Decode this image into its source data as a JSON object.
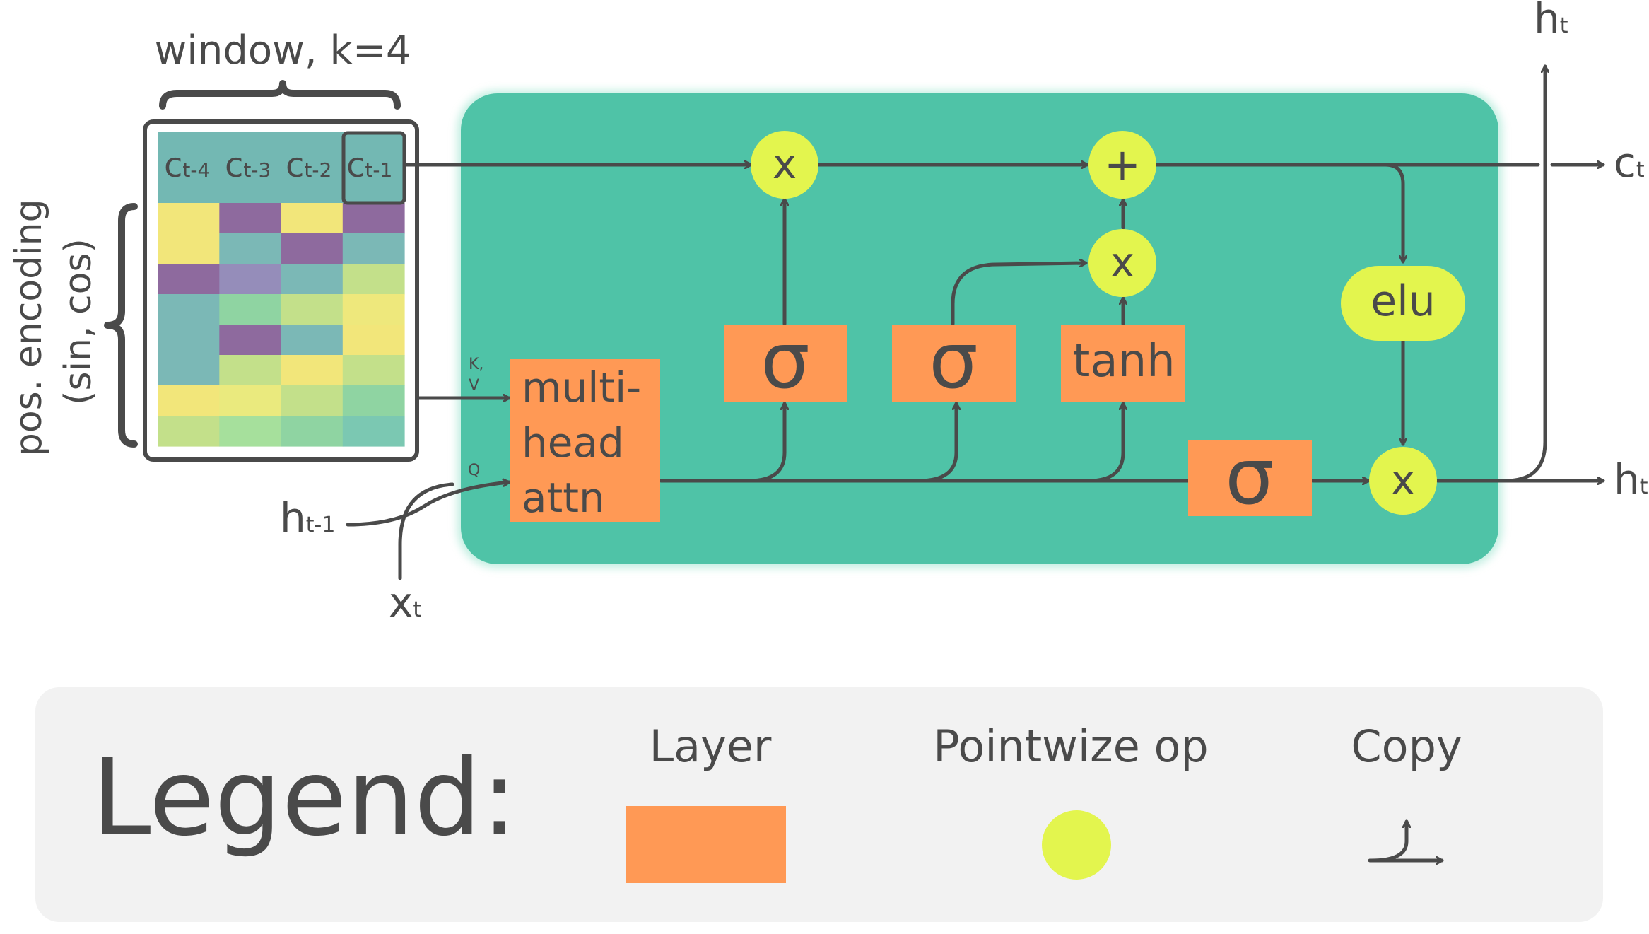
{
  "window_label": "window, k=4",
  "pos_encoding": {
    "line1": "pos. encoding",
    "line2": "(sin, cos)"
  },
  "cells": [
    {
      "main": "c",
      "sub": "t-4"
    },
    {
      "main": "c",
      "sub": "t-3"
    },
    {
      "main": "c",
      "sub": "t-2"
    },
    {
      "main": "c",
      "sub": "t-1"
    }
  ],
  "encoding_grid": [
    [
      "#f2e67a",
      "#8e6a9e",
      "#f2e67a",
      "#8e6a9e"
    ],
    [
      "#f2e67a",
      "#7bb8b6",
      "#8e6a9e",
      "#7bb8b6"
    ],
    [
      "#8e6a9e",
      "#958dba",
      "#7bb8b6",
      "#c3e08a"
    ],
    [
      "#7bb8b6",
      "#8fd4a2",
      "#c3e08a",
      "#eee87c"
    ],
    [
      "#7bb8b6",
      "#8e6a9e",
      "#7bb8b6",
      "#f2e67a"
    ],
    [
      "#7bb8b6",
      "#c3e08a",
      "#f2e67a",
      "#c3e08a"
    ],
    [
      "#f2e67a",
      "#eaea7e",
      "#c3e08a",
      "#8fd4a2"
    ],
    [
      "#c3e08a",
      "#a6e09c",
      "#8fd4a2",
      "#7bc8b2"
    ]
  ],
  "kv_label": {
    "line1": "K,",
    "line2": "V"
  },
  "q_label": "Q",
  "inputs": {
    "h_prev": {
      "main": "h",
      "sub": "t-1"
    },
    "x_t": {
      "main": "x",
      "sub": "t"
    }
  },
  "outputs": {
    "h_top": {
      "main": "h",
      "sub": "t"
    },
    "c_out": {
      "main": "c",
      "sub": "t"
    },
    "h_out": {
      "main": "h",
      "sub": "t"
    }
  },
  "layers": {
    "attn": [
      "multi-",
      "head",
      "attn"
    ],
    "sigma_forget": "σ",
    "sigma_input": "σ",
    "tanh": "tanh",
    "sigma_output": "σ"
  },
  "ops": {
    "mul_forget": "x",
    "add_cell": "+",
    "mul_input": "x",
    "elu": "elu",
    "mul_output": "x"
  },
  "legend": {
    "title": "Legend:",
    "layer": "Layer",
    "pointwise": "Pointwize op",
    "copy": "Copy"
  },
  "colors": {
    "cell_bg": "#4fc3a7",
    "layer": "#ff9955",
    "op": "#e3f54e",
    "line": "#4a4a4a",
    "legend_bg": "#f2f2f2"
  }
}
